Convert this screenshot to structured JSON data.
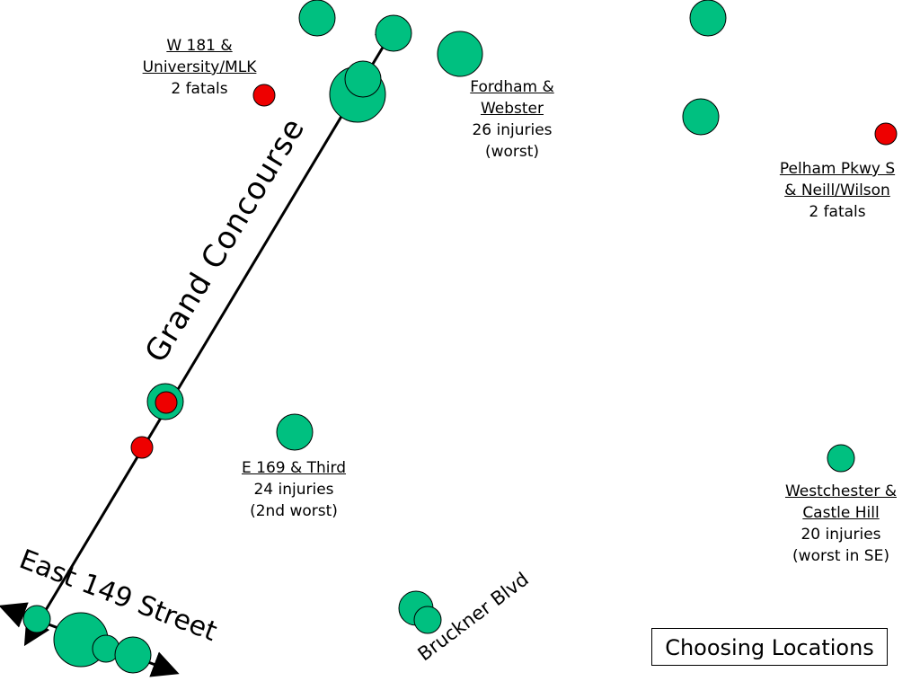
{
  "title": "Choosing Locations",
  "colors": {
    "injury": "#00c080",
    "fatal": "#ee0000",
    "outline": "#000000",
    "line": "#000000"
  },
  "roads": {
    "grand_concourse": "Grand Concourse",
    "east_149": "East 149 Street",
    "bruckner": "Bruckner Blvd"
  },
  "labels": {
    "w181": {
      "name1": "W 181 &",
      "name2": "University/MLK",
      "stat": "2 fatals"
    },
    "fordham": {
      "name1": "Fordham &",
      "name2": "Webster",
      "stat": "26 injuries",
      "note": "(worst)"
    },
    "pelham": {
      "name1": "Pelham Pkwy S",
      "name2": "& Neill/Wilson",
      "stat": "2 fatals"
    },
    "e169": {
      "name1": "E 169 & Third",
      "stat": "24 injuries",
      "note": "(2nd worst)"
    },
    "westchester": {
      "name1": "Westchester &",
      "name2": "Castle Hill",
      "stat": "20 injuries",
      "note": "(worst in SE)"
    }
  }
}
